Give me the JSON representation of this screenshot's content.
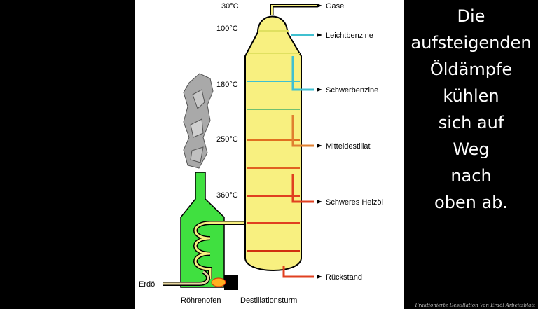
{
  "caption_lines": [
    "Die",
    "aufsteigenden",
    "Öldämpfe",
    "kühlen",
    "sich auf",
    "Weg",
    "nach",
    "oben ab."
  ],
  "temperatures": [
    "30°C",
    "100°C",
    "180°C",
    "250°C",
    "360°C"
  ],
  "products": [
    {
      "label": "Gase",
      "color": "#a0e0e0"
    },
    {
      "label": "Leichtbenzine",
      "color": "#80e0f0"
    },
    {
      "label": "Schwerbenzine",
      "color": "#70d070"
    },
    {
      "label": "Mitteldestillat",
      "color": "#e07020"
    },
    {
      "label": "Schweres Heizöl",
      "color": "#e04020"
    },
    {
      "label": "Rückstand",
      "color": "#d04010"
    }
  ],
  "labels": {
    "input": "Erdöl",
    "furnace": "Röhrenofen",
    "column": "Destillationsturm"
  },
  "footer": "Fraktionierte Destillation Von Erdöl Arbeitsblatt",
  "colors": {
    "column_fill": "#f8f080",
    "furnace_fill": "#40e040",
    "background": "#ffffff"
  }
}
